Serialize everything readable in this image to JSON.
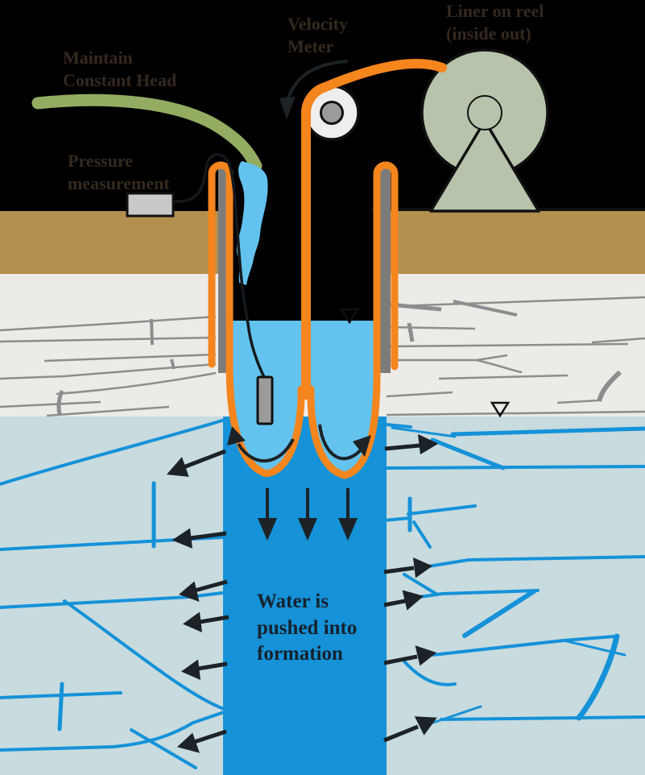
{
  "labels": {
    "maintain_head": "Maintain\nConstant Head",
    "velocity_meter": "Velocity\nMeter",
    "liner_on_reel": "Liner on reel\n(inside out)",
    "pressure_measurement": "Pressure\nmeasurement",
    "water_pushed": "Water is\npushed into\nformation"
  },
  "symbols": {
    "water_table": "open inverted triangle (water-table marker)",
    "flow_arrows": "black arrows showing water pushed out into fractures",
    "eversion_arrows": "curved arrows showing liner everting at borehole bottom",
    "rotation_arrow": "curved arrow showing liner feeding down over velocity-meter pulley"
  },
  "colors": {
    "background": "#000000",
    "overburden_tan": "#b3904f",
    "vadose_rock": "#edebe7",
    "saturated_rock": "#c8dbdf",
    "borehole_blue": "#1592d8",
    "fracture_blue": "#1592d8",
    "water_light": "#63c3ee",
    "liner_orange": "#f5851d",
    "hose_green": "#93ac62",
    "reel_sage": "#b7c3ab",
    "pulley_white": "#efeeec",
    "pulley_hub": "#9b9b9b",
    "casing_gray": "#7d7c7a",
    "box_gray": "#c9c9c9",
    "transducer_gray": "#9b9b9a",
    "gray_fracture": "#8d8d8d",
    "outline_black": "#111111",
    "arrow_black": "#1c2226",
    "label_dark": "#34291f",
    "label_water": "#16222d"
  }
}
